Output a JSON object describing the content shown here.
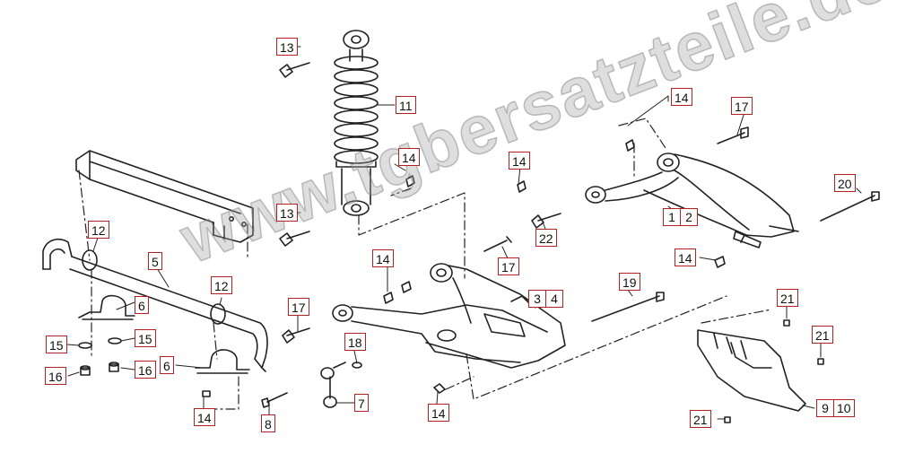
{
  "watermark": "www.tgbersatzteile.de",
  "colors": {
    "line": "#222222",
    "callout_border": "#b22222",
    "watermark": "#a0a0a0"
  },
  "callouts": {
    "c13_top": "13",
    "c11": "11",
    "c14_shock": "14",
    "c13_bottom": "13",
    "c14_top_right": "14",
    "c17_top_right": "17",
    "c1": "1",
    "c2": "2",
    "c20": "20",
    "c14_right": "14",
    "c14_mid": "14",
    "c22": "22",
    "c17_mid": "17",
    "c12_left": "12",
    "c5": "5",
    "c12_mid": "12",
    "c6_upper": "6",
    "c15_left": "15",
    "c15_right": "15",
    "c16_left": "16",
    "c16_right": "16",
    "c6_lower": "6",
    "c14_bottom_left": "14",
    "c8": "8",
    "c7": "7",
    "c18": "18",
    "c17_low": "17",
    "c14_arm": "14",
    "c3": "3",
    "c4": "4",
    "c19": "19",
    "c14_bottom": "14",
    "c21_top": "21",
    "c21_mid": "21",
    "c21_bottom": "21",
    "c9": "9",
    "c10": "10"
  }
}
